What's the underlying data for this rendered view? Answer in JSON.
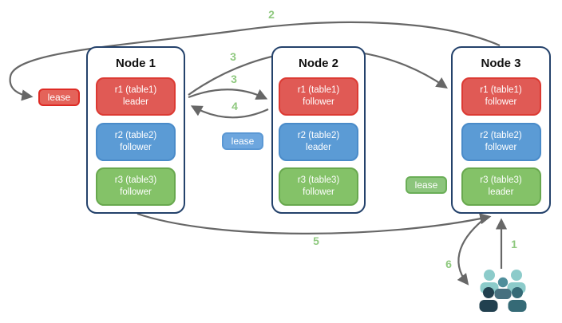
{
  "diagram": {
    "nodes": [
      {
        "title": "Node 1",
        "replicas": [
          {
            "name": "r1 (table1)",
            "role": "leader",
            "color": "#e05a55"
          },
          {
            "name": "r2 (table2)",
            "role": "follower",
            "color": "#5b9bd5"
          },
          {
            "name": "r3 (table3)",
            "role": "follower",
            "color": "#84c268"
          }
        ]
      },
      {
        "title": "Node 2",
        "replicas": [
          {
            "name": "r1 (table1)",
            "role": "follower",
            "color": "#e05a55"
          },
          {
            "name": "r2 (table2)",
            "role": "leader",
            "color": "#5b9bd5"
          },
          {
            "name": "r3 (table3)",
            "role": "follower",
            "color": "#84c268"
          }
        ]
      },
      {
        "title": "Node 3",
        "replicas": [
          {
            "name": "r1 (table1)",
            "role": "follower",
            "color": "#e05a55"
          },
          {
            "name": "r2 (table2)",
            "role": "follower",
            "color": "#5b9bd5"
          },
          {
            "name": "r3 (table3)",
            "role": "leader",
            "color": "#84c268"
          }
        ]
      }
    ],
    "leases": [
      {
        "label": "lease",
        "color": "#e4635a"
      },
      {
        "label": "lease",
        "color": "#6da6de"
      },
      {
        "label": "lease",
        "color": "#8cc57c"
      }
    ],
    "arrow_labels": [
      {
        "text": "1"
      },
      {
        "text": "2"
      },
      {
        "text": "3"
      },
      {
        "text": "3"
      },
      {
        "text": "4"
      },
      {
        "text": "5"
      },
      {
        "text": "6"
      }
    ],
    "colors": {
      "arrow": "#676767",
      "label_green": "#8fc97f",
      "node_border": "#24426b",
      "users_light_teal": "#8ccbca",
      "users_mid_teal": "#4f8e9b",
      "users_dark_slate": "#21404f",
      "users_dark_teal": "#356a76"
    }
  }
}
